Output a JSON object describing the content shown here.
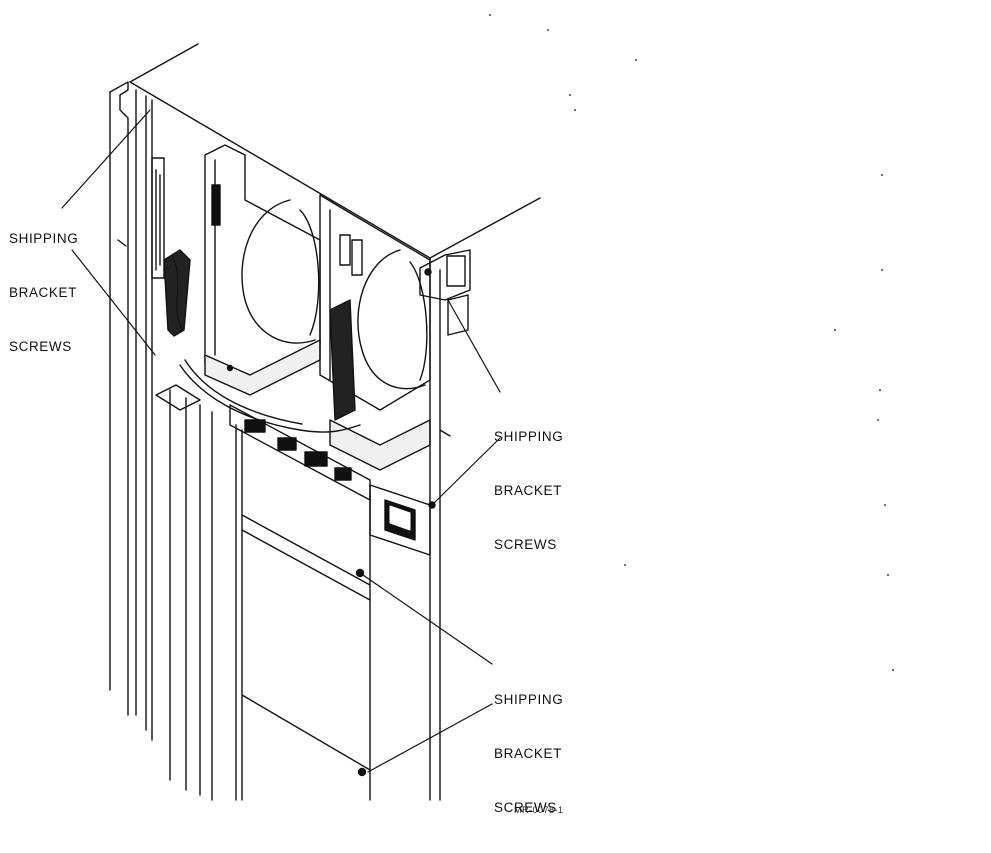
{
  "callouts": {
    "left": {
      "lines": [
        "SHIPPING",
        "BRACKET",
        "SCREWS"
      ]
    },
    "right_top": {
      "lines": [
        "SHIPPING",
        "BRACKET",
        "SCREWS"
      ]
    },
    "right_bottom": {
      "lines": [
        "SHIPPING",
        "BRACKET",
        "SCREWS"
      ]
    }
  },
  "figure_id": "MR-0078-1",
  "colors": {
    "ink": "#111111",
    "paper": "#ffffff",
    "shade": "#d9d9d9"
  }
}
